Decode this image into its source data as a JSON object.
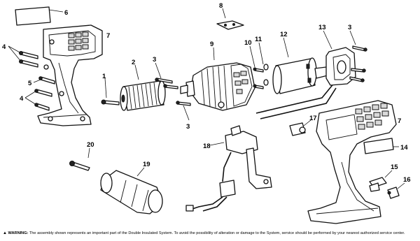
{
  "callouts": {
    "c1": "1",
    "c2": "2",
    "c3a": "3",
    "c3b": "3",
    "c3c": "3",
    "c4a": "4",
    "c4b": "4",
    "c5": "5",
    "c6": "6",
    "c7a": "7",
    "c7b": "7",
    "c8": "8",
    "c9": "9",
    "c10": "10",
    "c11": "11",
    "c12": "12",
    "c13": "13",
    "c14": "14",
    "c15": "15",
    "c16": "16",
    "c17": "17",
    "c18": "18",
    "c19": "19",
    "c20": "20"
  },
  "warning": {
    "icon": "warning-triangle-icon",
    "label": "WARNING:",
    "text": " The assembly shown represents an important part of the Double Insulated System. To avoid the possibility of alteration or damage to the System, service should be performed by your nearest authorized service center."
  }
}
